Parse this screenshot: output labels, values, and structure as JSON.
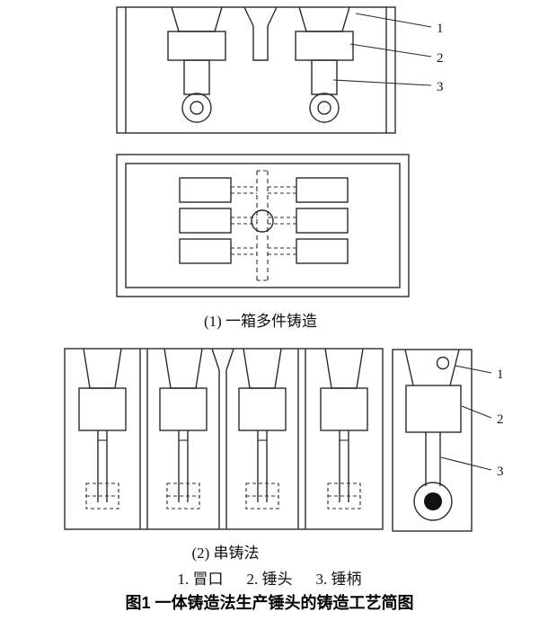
{
  "captions": {
    "method1": "(1) 一箱多件铸造",
    "method2": "(2) 串铸法"
  },
  "legend": {
    "items": [
      "1. 冒口",
      "2. 锤头",
      "3. 锤柄"
    ]
  },
  "figure_title": "图1  一体铸造法生产锤头的铸造工艺简图",
  "callouts": {
    "top_view": {
      "label1": "1",
      "label2": "2",
      "label3": "3"
    },
    "side_view": {
      "label1": "1",
      "label2": "2",
      "label3": "3"
    }
  },
  "colors": {
    "line": "#2b2b2b",
    "text": "#111111",
    "background": "#ffffff"
  }
}
